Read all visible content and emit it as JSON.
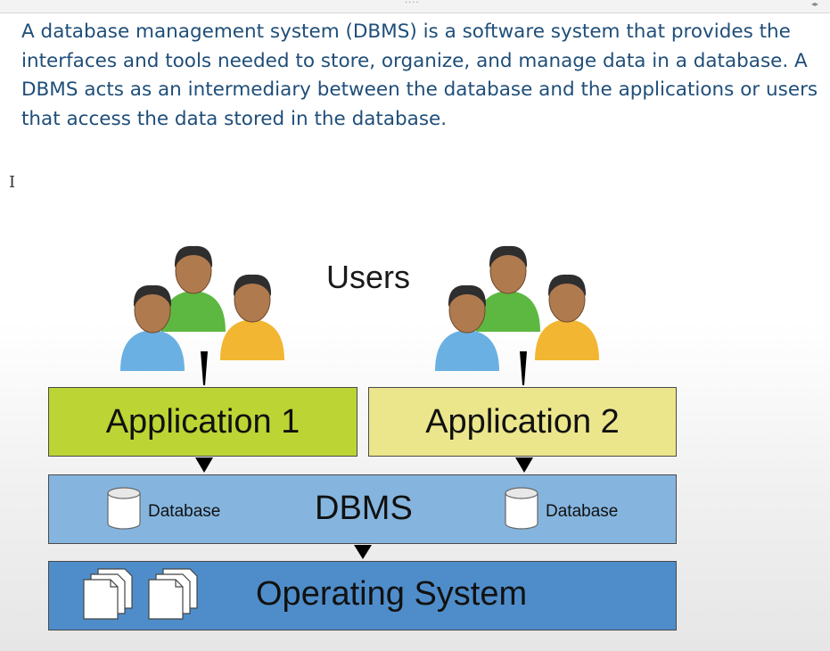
{
  "intro": {
    "text": "A database management system (DBMS) is a software system that provides the interfaces and tools needed to store, organize, and manage data in a database. A DBMS acts as an intermediary between the database and the applications or users that access the data stored in the database."
  },
  "diagram": {
    "users_label": "Users",
    "application_1": "Application 1",
    "application_2": "Application 2",
    "dbms_label": "DBMS",
    "database_1": "Database",
    "database_2": "Database",
    "os_label": "Operating System"
  },
  "colors": {
    "intro_text": "#1f4e79",
    "application_1": "#bcd534",
    "application_2": "#ebe68c",
    "dbms": "#85b5de",
    "operating_system": "#4f8dca"
  },
  "icons": {
    "user_groups": [
      "users-group-icon",
      "users-group-icon"
    ],
    "databases": [
      "database-cylinder-icon",
      "database-cylinder-icon"
    ],
    "documents": [
      "document-stack-icon",
      "document-stack-icon"
    ]
  }
}
